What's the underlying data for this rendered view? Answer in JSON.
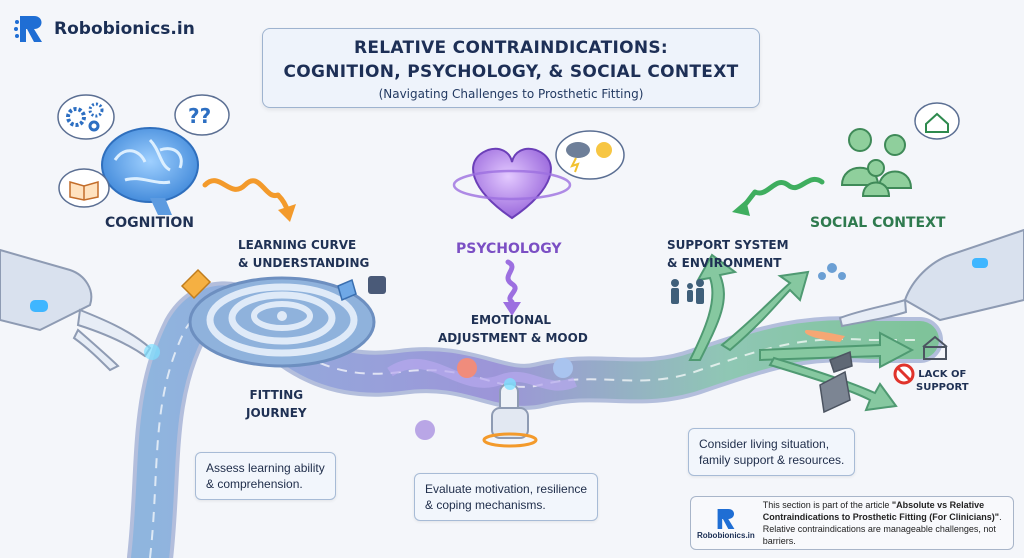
{
  "brand": {
    "name": "Robobionics.in"
  },
  "title": {
    "line1": "RELATIVE CONTRAINDICATIONS:",
    "line2": "COGNITION, PSYCHOLOGY, & SOCIAL CONTEXT",
    "subtitle": "(Navigating Challenges to Prosthetic Fitting)"
  },
  "sections": {
    "cognition": {
      "title": "COGNITION",
      "sub_line1": "LEARNING CURVE",
      "sub_line2": "& UNDERSTANDING",
      "journey_line1": "FITTING",
      "journey_line2": "JOURNEY",
      "note_line1": "Assess learning ability",
      "note_line2": "& comprehension."
    },
    "psychology": {
      "title": "PSYCHOLOGY",
      "sub_line1": "EMOTIONAL",
      "sub_line2": "ADJUSTMENT & MOOD",
      "note_line1": "Evaluate motivation, resilience",
      "note_line2": "& coping mechanisms."
    },
    "social": {
      "title": "SOCIAL CONTEXT",
      "sub_line1": "SUPPORT SYSTEM",
      "sub_line2": "& ENVIRONMENT",
      "lack_line1": "LACK OF",
      "lack_line2": "SUPPORT",
      "note_line1": "Consider living situation,",
      "note_line2": "family support & resources."
    }
  },
  "footer": {
    "brand": "Robobionics.in",
    "text_pre": "This section is part of the article ",
    "text_bold": "\"Absolute vs Relative Contraindications to Prosthetic Fitting (For Clinicians)\"",
    "text_post": ". Relative contraindications are manageable challenges, not barriers."
  },
  "colors": {
    "navy": "#1d2f56",
    "purple": "#7b4fc4",
    "green": "#2e7a4e",
    "road": "#9aa9d6",
    "accent_orange": "#f39a2b"
  }
}
